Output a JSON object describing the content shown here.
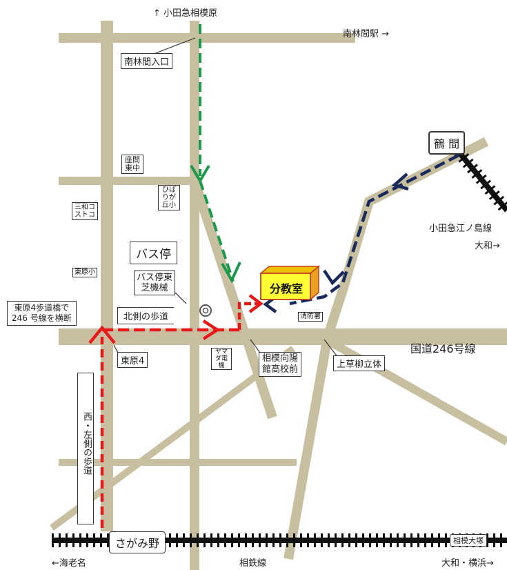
{
  "colors": {
    "road": "#c8bfa0",
    "route_green": "#1a9a4a",
    "route_navy": "#1a2a5a",
    "route_red": "#e81818",
    "branch_fill": "#ffff33",
    "branch_side": "#e8a020",
    "rail": "#111111"
  },
  "map": {
    "directions": {
      "north_top": "↑ 小田急相模原",
      "rinkan_station": "南林間駅 →",
      "ebina": "←海老名",
      "yamato_yokohama": "大和・横浜→",
      "yamato": "大和→",
      "sotetsu_line": "相鉄線",
      "odakyu_enoshima": "小田急江ノ島線"
    },
    "stations": {
      "tsuruma": "鶴 間",
      "sagamino": "さがみ野",
      "sagami_otsuka": "相模大塚"
    },
    "landmarks": {
      "minami_rinkan_iriguchi": "南林間入口",
      "zama_higashi": "座間東中",
      "hibarigaoka": "ひばりが丘小",
      "miwa_costco": "三和コストコ",
      "bus_stop": "バス停",
      "higashihara_elem": "東原小",
      "bus_stop_toshiba": "バス停東芝機械",
      "pedestrian_bridge": "東原4歩道橋で\n246 号線を横断",
      "north_sidewalk": "北側の歩道",
      "fire_station": "消防署",
      "route_246": "国道246号線",
      "higashihara4": "東原4",
      "yamada_denki": "ヤマダ電機",
      "sagami_mukai": "相模向陽\n館高校前",
      "kamisouyagi": "上草柳立体",
      "west_sidewalk": "西・左側の歩道"
    },
    "destination": "分教室"
  }
}
